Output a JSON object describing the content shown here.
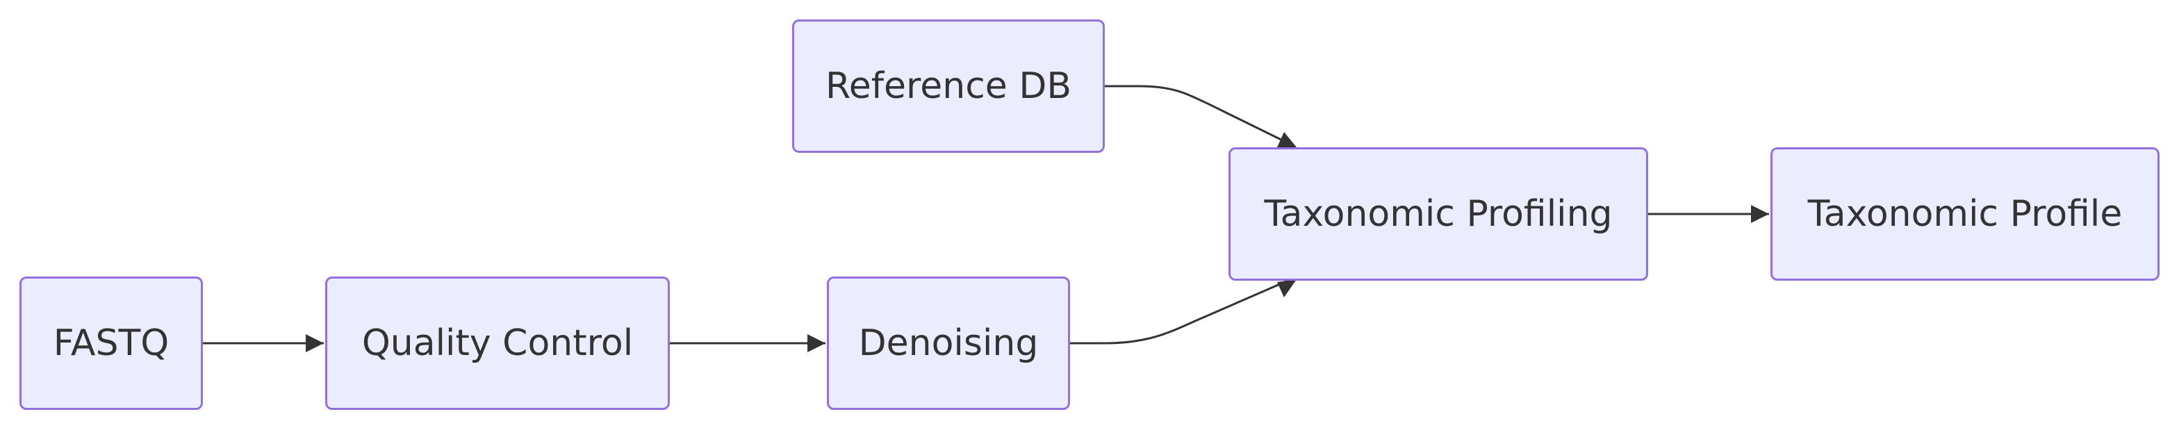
{
  "nodes": {
    "fastq": {
      "label": "FASTQ"
    },
    "quality_control": {
      "label": "Quality Control"
    },
    "denoising": {
      "label": "Denoising"
    },
    "reference_db": {
      "label": "Reference DB"
    },
    "taxonomic_profiling": {
      "label": "Taxonomic Profiling"
    },
    "taxonomic_profile": {
      "label": "Taxonomic Profile"
    }
  },
  "edges": [
    {
      "from": "fastq",
      "to": "quality_control"
    },
    {
      "from": "quality_control",
      "to": "denoising"
    },
    {
      "from": "denoising",
      "to": "taxonomic_profiling"
    },
    {
      "from": "reference_db",
      "to": "taxonomic_profiling"
    },
    {
      "from": "taxonomic_profiling",
      "to": "taxonomic_profile"
    }
  ],
  "colors": {
    "node_fill": "#ECECFF",
    "node_border": "#9370DB",
    "edge": "#333333",
    "text": "#333333"
  }
}
